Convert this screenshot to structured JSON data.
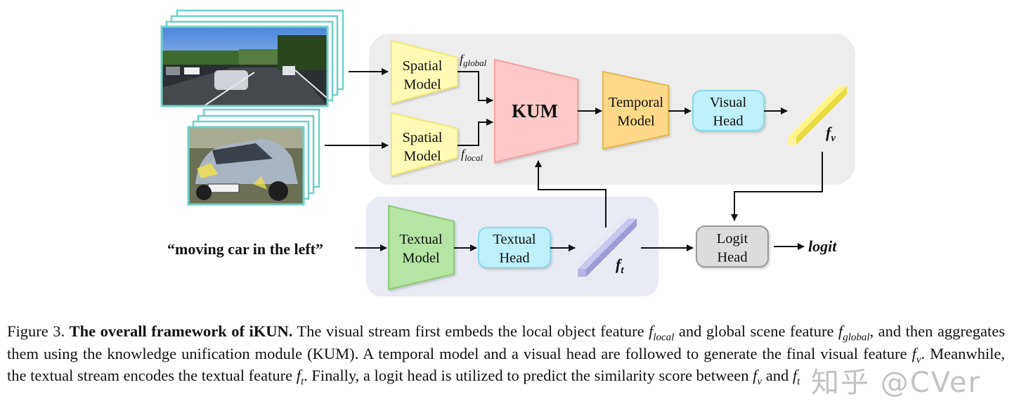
{
  "diagram": {
    "spatial_model": "Spatial\nModel",
    "kum": "KUM",
    "temporal_model": "Temporal\nModel",
    "visual_head": "Visual\nHead",
    "textual_model": "Textual\nModel",
    "textual_head": "Textual\nHead",
    "logit_head": "Logit\nHead",
    "query_text": "“moving car in the left”",
    "f_global": {
      "base": "f",
      "sub": "global"
    },
    "f_local": {
      "base": "f",
      "sub": "local"
    },
    "f_v": {
      "base": "f",
      "sub": "v"
    },
    "f_t": {
      "base": "f",
      "sub": "t"
    },
    "output": "logit",
    "colors": {
      "spatial": "#fffbb6",
      "spatial_border": "#f2e872",
      "kum": "#ffc9c9",
      "kum_border": "#f4a3a3",
      "temporal": "#ffd98a",
      "temporal_border": "#e7b84b",
      "head": "#bff1fb",
      "head_border": "#8bdaea",
      "textual_model": "#b6e4a2",
      "textual_model_border": "#8ec97a",
      "logit": "#dcdcdc",
      "logit_border": "#9a9a9a",
      "visual_panel": "#ededed",
      "textual_panel": "#e8eaf4"
    }
  },
  "caption": {
    "label": "Figure 3.",
    "title": "The overall framework of iKUN.",
    "s1": "The visual stream first embeds the local object feature",
    "s2": "and global scene feature",
    "s3": ", and then aggregates them using the knowledge unification module (KUM). A temporal model and a visual head are followed to generate the final visual feature",
    "s4": ". Meanwhile, the textual stream encodes the textual feature",
    "s5": ". Finally, a logit head is utilized to predict the similarity score between",
    "s6": "and",
    "sym_f": "f",
    "sub_local": "local",
    "sub_global": "global",
    "sub_v": "v",
    "sub_t": "t"
  },
  "watermark": "知乎 @CVer"
}
